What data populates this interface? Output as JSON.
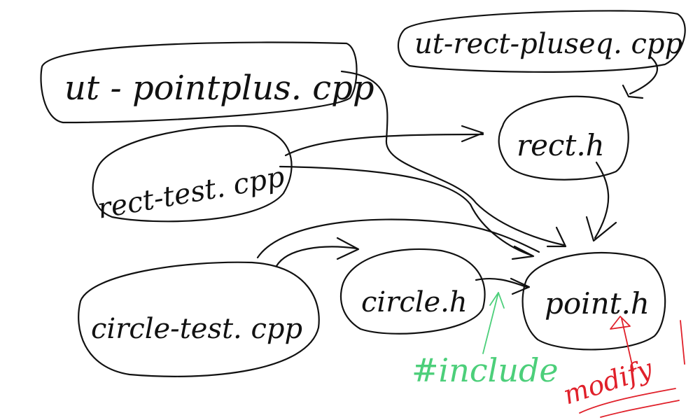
{
  "nodes": {
    "ut_pointplus": {
      "label": "ut - pointplus. cpp"
    },
    "ut_rect_pluseq": {
      "label": "ut-rect-pluseq. cpp"
    },
    "rect_test": {
      "label": "rect-test. cpp"
    },
    "rect_h": {
      "label": "rect.h"
    },
    "circle_test": {
      "label": "circle-test. cpp"
    },
    "circle_h": {
      "label": "circle.h"
    },
    "point_h": {
      "label": "point.h"
    }
  },
  "annotations": {
    "include": "#include",
    "modify": "modify"
  },
  "colors": {
    "ink": "#111111",
    "include": "#4ccf7a",
    "modify": "#e0202a"
  }
}
